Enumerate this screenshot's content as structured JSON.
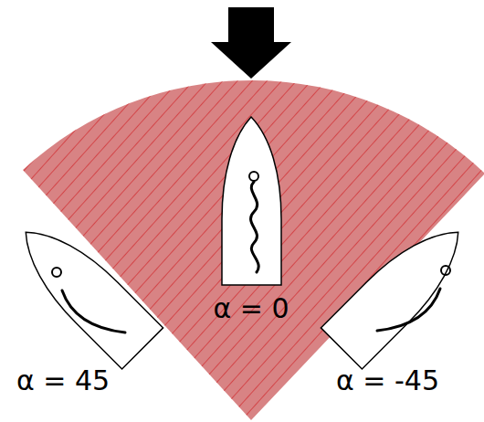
{
  "diagram": {
    "labels": [
      "α = 0",
      "α = 45",
      "α = -45"
    ]
  }
}
